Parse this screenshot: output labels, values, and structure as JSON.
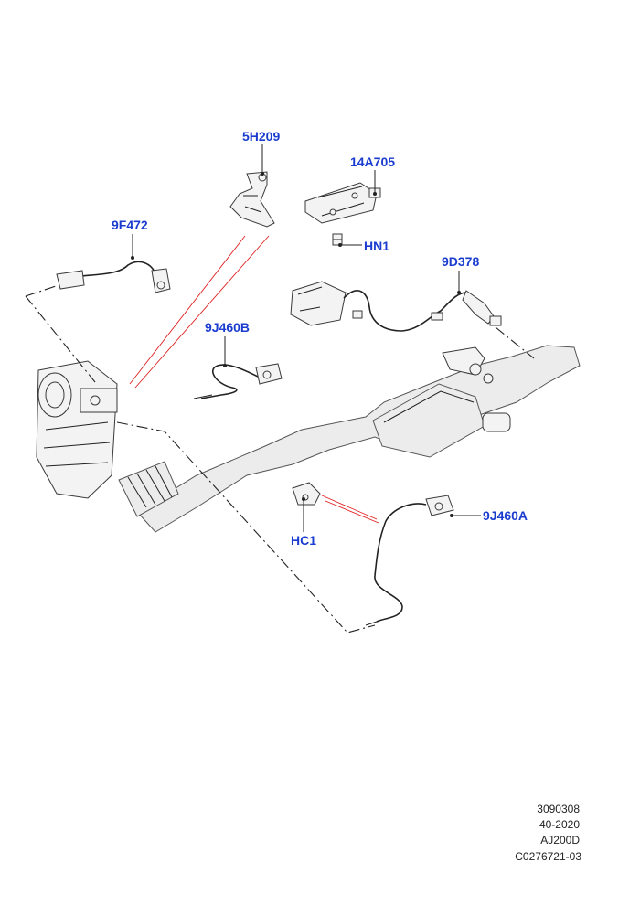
{
  "callouts": {
    "c5H209": "5H209",
    "c14A705": "14A705",
    "c9F472": "9F472",
    "cHN1": "HN1",
    "c9D378": "9D378",
    "c9J460B": "9J460B",
    "cHC1": "HC1",
    "c9J460A": "9J460A"
  },
  "reference": {
    "line1": "3090308",
    "line2": "40-2020",
    "line3": "AJ200D",
    "line4": "C0276721-03"
  },
  "colors": {
    "callout": "#1a3ccf",
    "leader_red": "#e02020"
  }
}
